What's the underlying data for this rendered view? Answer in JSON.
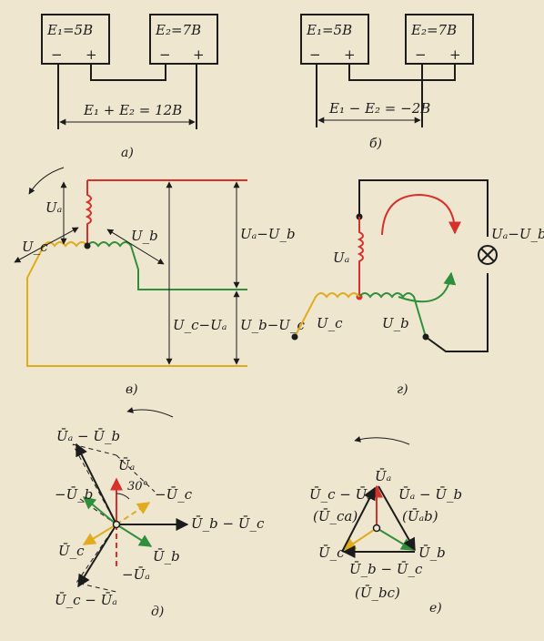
{
  "panel_a": {
    "battery1": "E₁=5В",
    "battery2": "E₂=7В",
    "sum_label": "E₁ + E₂ = 12В",
    "caption": "а)"
  },
  "panel_b": {
    "battery1": "E₁=5В",
    "battery2": "E₂=7В",
    "diff_label": "E₁ − E₂ = −2В",
    "caption": "б)"
  },
  "polarity": {
    "minus": "−",
    "plus": "+"
  },
  "panel_v": {
    "ua": "Uₐ",
    "ub": "U_b",
    "uc": "U_c",
    "ua_ub": "Uₐ−U_b",
    "uc_ua": "U_c−Uₐ",
    "ub_uc": "U_b−U_c",
    "caption": "в)"
  },
  "panel_g": {
    "ua": "Uₐ",
    "ub": "U_b",
    "uc": "U_c",
    "lamp": "Uₐ−U_b",
    "caption": "г)"
  },
  "panel_d": {
    "ua_ub": "Ūₐ − Ū_b",
    "ua": "Ūₐ",
    "angle": "30°",
    "neg_ub": "−Ū_b",
    "neg_uc": "−Ū_c",
    "ub_uc": "Ū_b − Ū_c",
    "uc": "Ū_c",
    "ub": "Ū_b",
    "neg_ua": "−Ūₐ",
    "uc_ua": "Ū_c − Ūₐ",
    "caption": "д)"
  },
  "panel_e": {
    "ua": "Ūₐ",
    "uc_ua": "Ū_c − Ūₐ",
    "uca": "(Ū_cа)",
    "ua_ub": "Ūₐ − Ū_b",
    "uab": "(Ūₐb)",
    "uc": "Ū_c",
    "ub": "Ū_b",
    "ub_uc": "Ū_b − Ū_c",
    "ubc": "(Ū_bc)",
    "caption": "е)"
  }
}
